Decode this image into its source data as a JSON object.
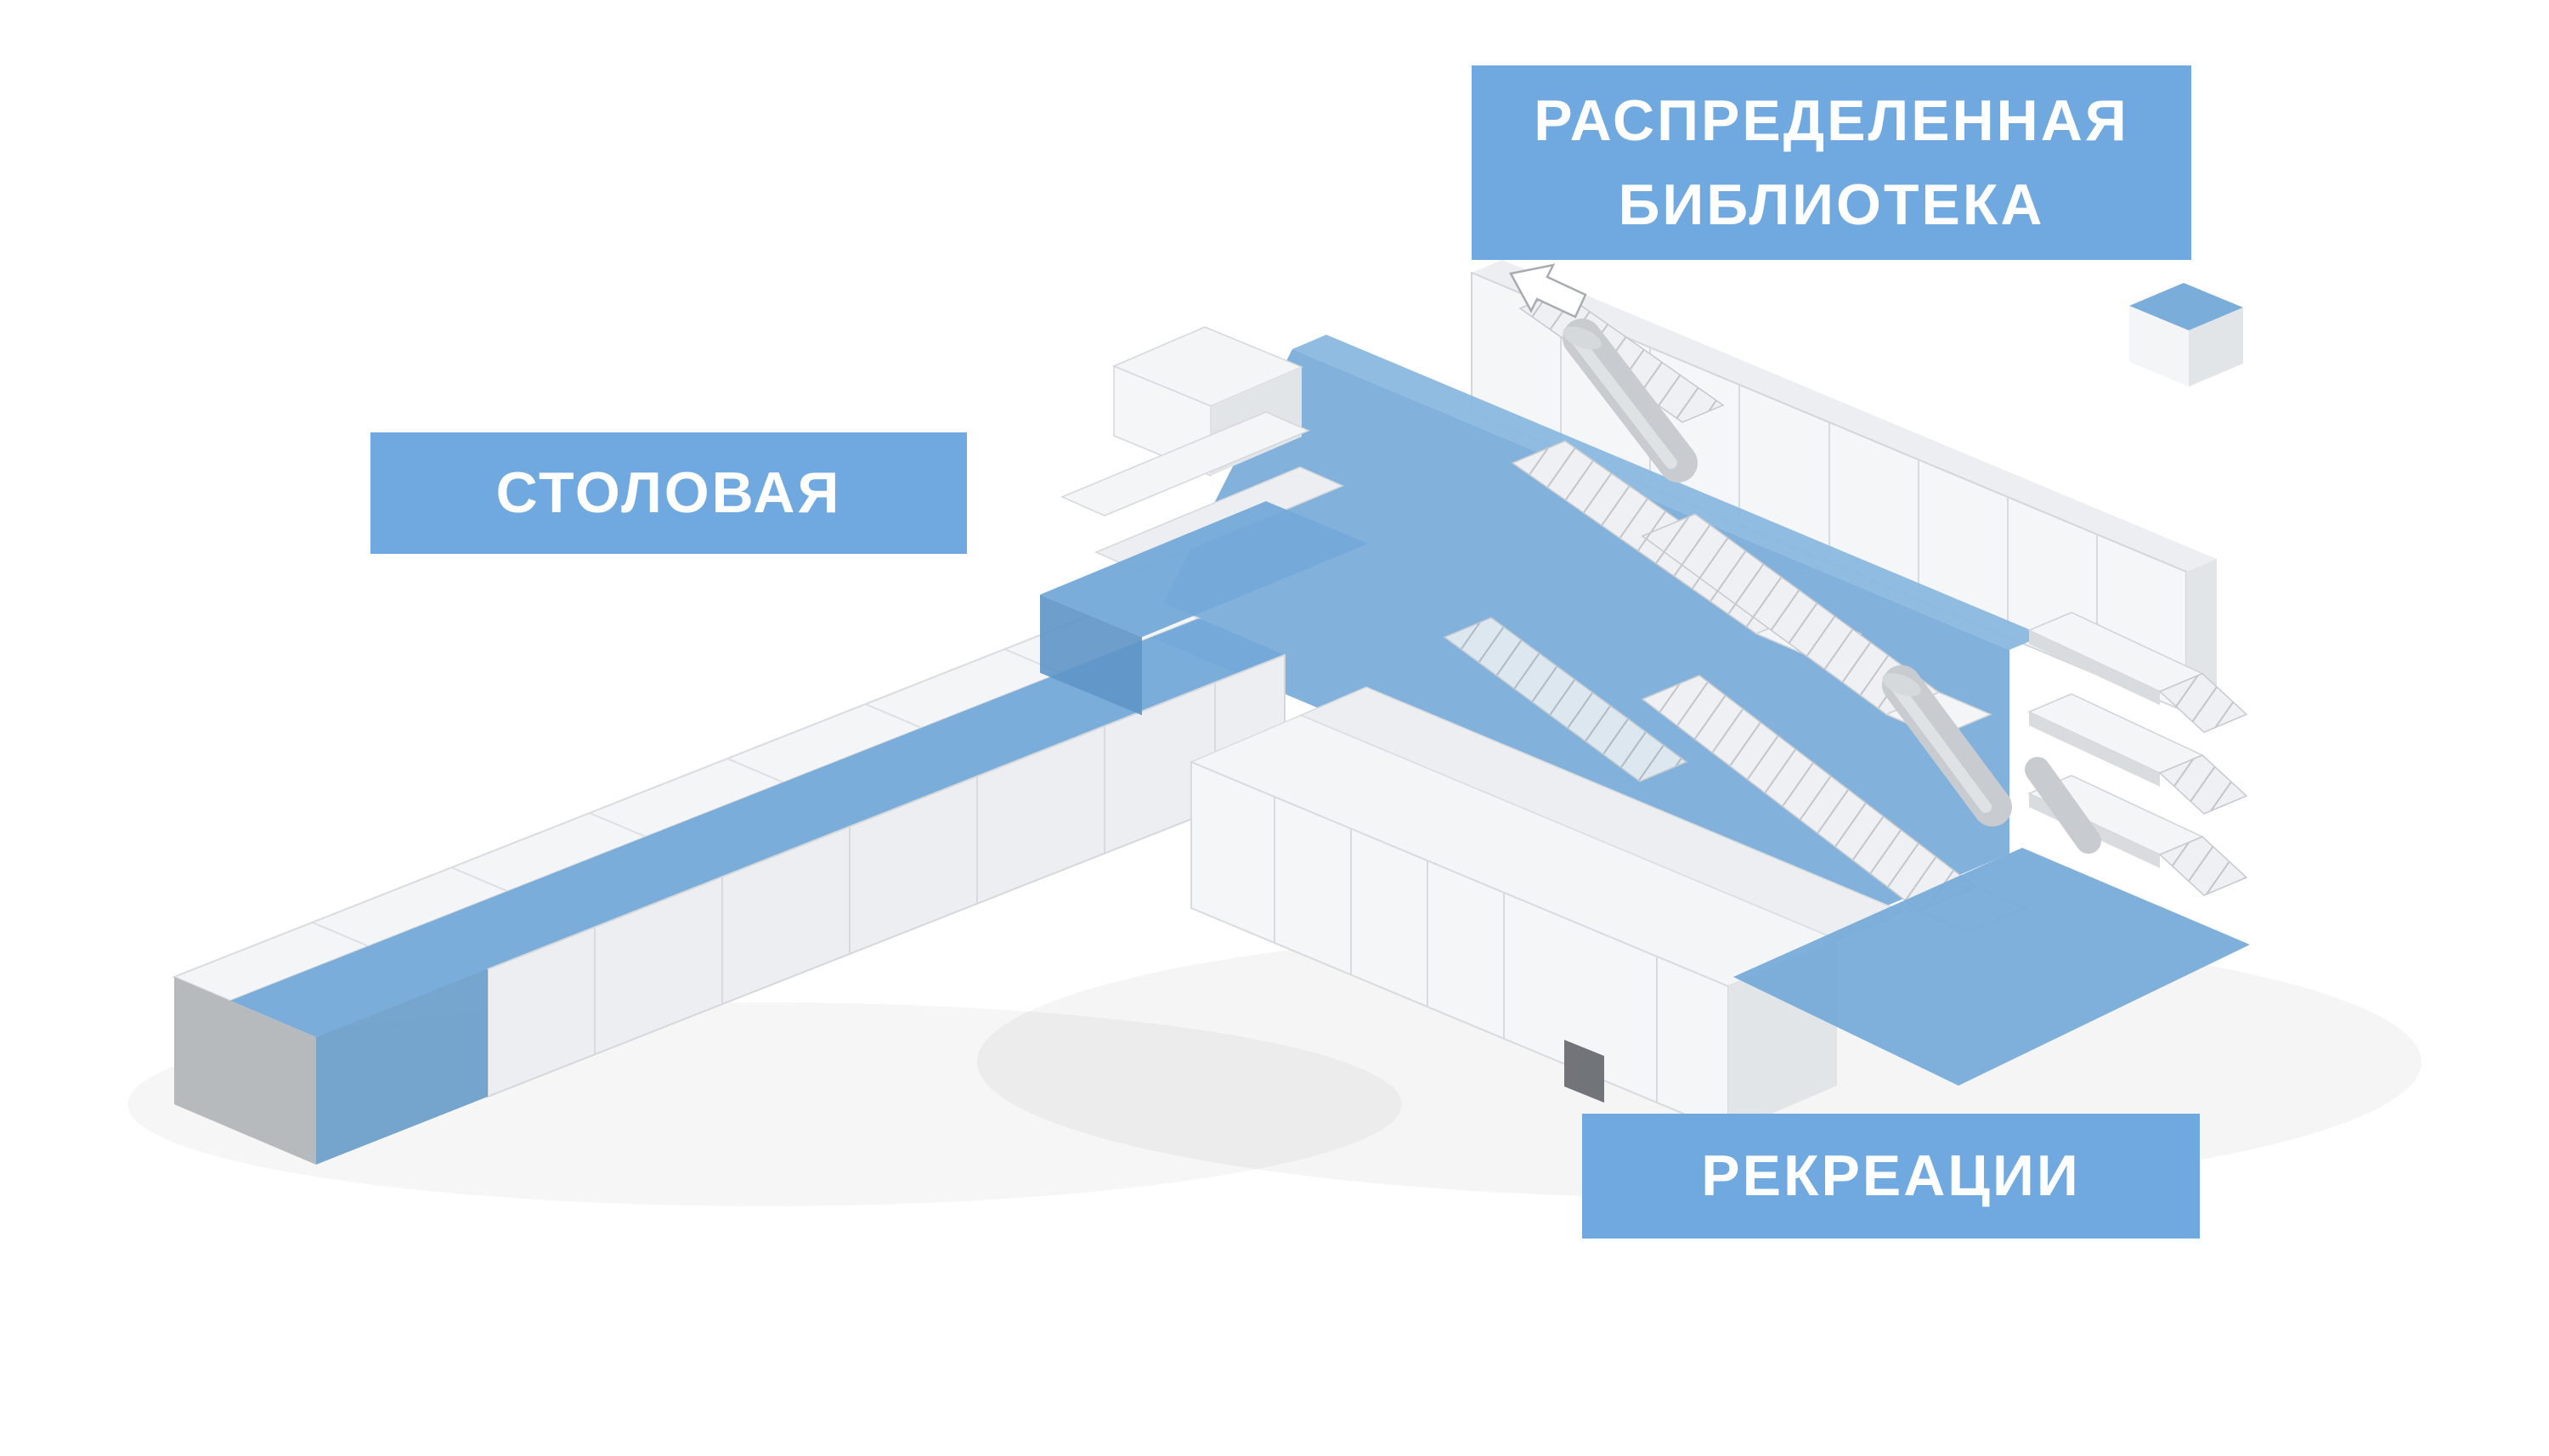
{
  "labels": {
    "library_line1": "РАСПРЕДЕЛЕННАЯ",
    "library_line2": "БИБЛИОТЕКА",
    "cafeteria": "СТОЛОВАЯ",
    "recreation": "РЕКРЕАЦИИ"
  },
  "diagram": {
    "type": "isometric architectural massing diagram",
    "zones": [
      "РАСПРЕДЕЛЕННАЯ БИБЛИОТЕКА",
      "СТОЛОВАЯ",
      "РЕКРЕАЦИИ"
    ]
  },
  "colors": {
    "label_bg": "#6fa9df",
    "label_text": "#ffffff",
    "highlight_blue": "#74a9d8",
    "highlight_blue_dark": "#5e95c6",
    "background": "#ffffff"
  }
}
